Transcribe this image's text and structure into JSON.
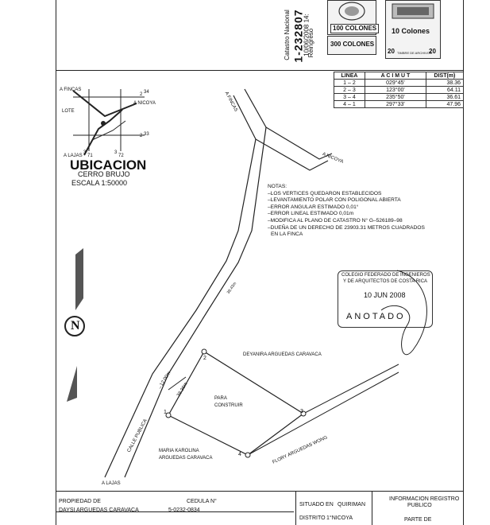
{
  "header": {
    "vertical_lines": [
      "Catastro Nacional",
      "1-232807",
      "10/06/2008 14:",
      "Reingreso"
    ],
    "stamp_values": [
      "100 COLONES",
      "300 COLONES",
      "10 Colones",
      "20",
      "20"
    ],
    "stamp_caption": "TIMBRE DE ARCHIVOS"
  },
  "line_table": {
    "headers": [
      "LINEA",
      "A C I M U T",
      "DIST(m)"
    ],
    "rows": [
      [
        "1 – 2",
        "029°45'",
        "38.36"
      ],
      [
        "2 – 3",
        "123°00'",
        "64.11"
      ],
      [
        "3 – 4",
        "235°50'",
        "36.61"
      ],
      [
        "4 – 1",
        "297°33'",
        "47.96"
      ]
    ]
  },
  "location": {
    "sketch_labels": [
      "A FINCAS",
      "A NICOYA",
      "LOTE",
      "A LAJAS"
    ],
    "grid_numbers": [
      "2",
      "34",
      "2",
      "33",
      "3",
      "71",
      "3",
      "72"
    ],
    "title": "UBICACION",
    "subtitle": "CERRO BRUJO",
    "scale": "ESCALA 1:50000"
  },
  "notes": {
    "heading": "NOTAS:",
    "items": [
      "–LOS VERTICES QUEDARON ESTABLECIDOS",
      "–LEVANTAMIENTO POLAR CON POLIGONAL ABIERTA",
      "–ERROR ANGULAR ESTIMADO 0,01°",
      "–ERROR LINEAL   ESTIMADO 0,01m",
      "–MODIFICA AL PLANO DE CATASTRO N° G–526189–98",
      "–DUEÑA DE UN DERECHO DE 23903.31 METROS CUADRADOS",
      "  EN LA FINCA"
    ]
  },
  "stamp_anotado": {
    "line1": "COLEGIO FEDERADO DE INGENIEROS",
    "line2": "Y DE ARQUITECTOS DE COSTA RICA",
    "date": "10 JUN 2008",
    "word": "ANOTADO"
  },
  "map": {
    "road_labels": [
      "A FINCAS",
      "A NICOYA",
      "A LAJAS",
      "CALLE PUBLICA"
    ],
    "dimension_labels": [
      "→12.00m",
      "38.36m",
      "38.43m"
    ],
    "owners": {
      "north": "DEYANIRA ARGUEDAS CARAVACA",
      "south_east": "FLORY ARGUEDAS WONG",
      "west_1": "MARIA KAROLINA",
      "west_2": "ARGUEDAS CARAVACA"
    },
    "lot_label_1": "PARA",
    "lot_label_2": "CONSTRUIR",
    "vertices": [
      "1",
      "2",
      "3",
      "4"
    ],
    "north_symbol": "N"
  },
  "footer": {
    "owner_label": "PROPIEDAD DE",
    "owner_name": "DAYSI ARGUEDAS CARAVACA",
    "cedula_label": "CEDULA N°",
    "cedula_value": "5-0232-0834",
    "situated_label": "SITUADO EN",
    "situated_value": "QUIRIMAN",
    "district_label": "DISTRITO",
    "district_value": "1°NICOYA",
    "registry_title_1": "INFORMACION REGISTRO",
    "registry_title_2": "PUBLICO",
    "part_label": "PARTE DE"
  }
}
